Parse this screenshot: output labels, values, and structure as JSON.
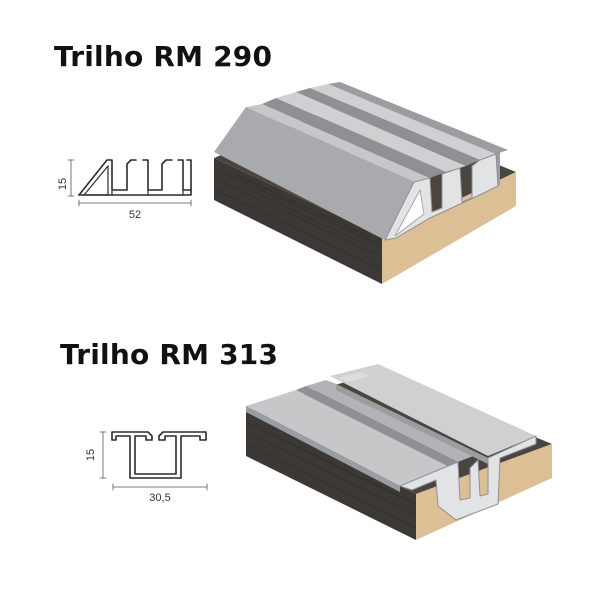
{
  "products": [
    {
      "title": "Trilho RM 290",
      "profile": {
        "height_label": "15",
        "width_label": "52"
      }
    },
    {
      "title": "Trilho RM 313",
      "profile": {
        "height_label": "15",
        "width_label": "30,5"
      }
    }
  ],
  "colors": {
    "aluminum_top": "#c6c7c9",
    "aluminum_side": "#a9aaad",
    "aluminum_dark": "#8f9093",
    "wood_dark": "#3c3835",
    "wood_edge": "#dcbf95",
    "profile_line": "#2b2b2b"
  }
}
